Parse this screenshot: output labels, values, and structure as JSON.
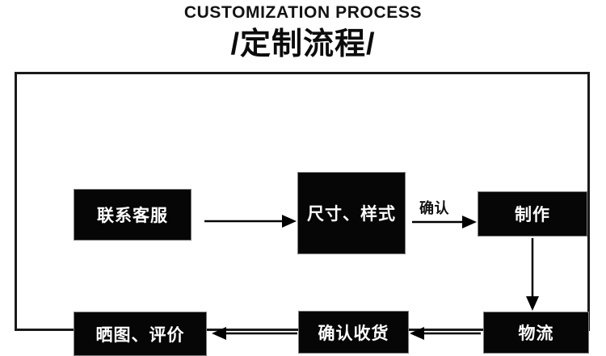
{
  "header": {
    "title_en": "CUSTOMIZATION PROCESS",
    "title_cn": "/定制流程/"
  },
  "colors": {
    "box_fill": "#060606",
    "box_text": "#ffffff",
    "frame_border": "#1a1a1a",
    "page_background": "#ffffff",
    "arrow": "#000000"
  },
  "diagram": {
    "type": "flowchart",
    "nodes": [
      {
        "id": "contact",
        "label": "联系客服",
        "row": 1,
        "column": 1
      },
      {
        "id": "spec",
        "label": "尺寸、样式",
        "row": 1,
        "column": 2
      },
      {
        "id": "produce",
        "label": "制作",
        "row": 1,
        "column": 3
      },
      {
        "id": "logistics",
        "label": "物流",
        "row": 2,
        "column": 3
      },
      {
        "id": "receive",
        "label": "确认收货",
        "row": 2,
        "column": 2
      },
      {
        "id": "review",
        "label": "晒图、评价",
        "row": 2,
        "column": 1
      }
    ],
    "edges": [
      {
        "from": "contact",
        "to": "spec",
        "direction": "right",
        "label": ""
      },
      {
        "from": "spec",
        "to": "produce",
        "direction": "right",
        "label": "确认"
      },
      {
        "from": "produce",
        "to": "logistics",
        "direction": "down",
        "label": ""
      },
      {
        "from": "logistics",
        "to": "receive",
        "direction": "left",
        "label": ""
      },
      {
        "from": "receive",
        "to": "review",
        "direction": "left",
        "label": ""
      }
    ]
  }
}
